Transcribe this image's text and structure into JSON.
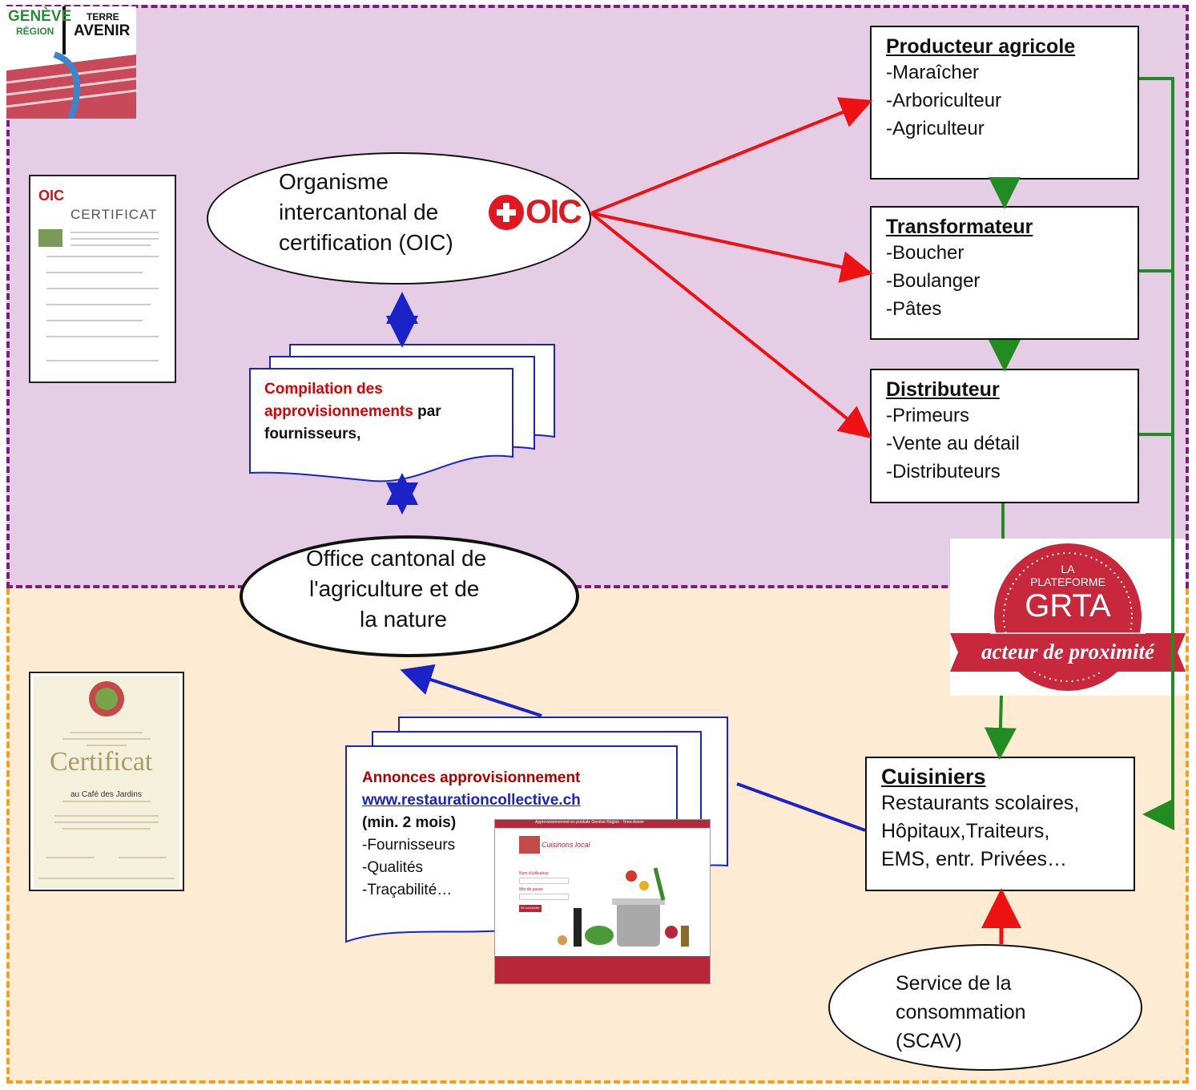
{
  "logo_geneve": {
    "line1": "GENÈVE",
    "line2": "RÉGION",
    "line3": "TERRE",
    "line4": "AVENIR"
  },
  "oic": {
    "name": "Organisme intercantonal de certification (OIC)",
    "line1": "Organisme",
    "line2": "intercantonal de",
    "line3": "certification (OIC)",
    "logo": "OIC"
  },
  "certificat_oic": {
    "title": "CERTIFICAT",
    "logo": "OIC"
  },
  "compilation": {
    "part_red": "Compilation des approvisionnements",
    "part_black": "par fournisseurs,",
    "line1": "Compilation des",
    "line2_red": "approvisionnements",
    "line2_black": " par",
    "line3": "fournisseurs,"
  },
  "office": {
    "line1": "Office cantonal de",
    "line2": "l'agriculture et de",
    "line3": "la nature"
  },
  "producteur": {
    "title": "Producteur agricole",
    "items": [
      "-Maraîcher",
      "-Arboriculteur",
      "-Agriculteur"
    ]
  },
  "transformateur": {
    "title": "Transformateur",
    "items": [
      "-Boucher",
      "-Boulanger",
      "-Pâtes"
    ]
  },
  "distributeur": {
    "title": "Distributeur",
    "items": [
      "-Primeurs",
      "-Vente au détail",
      "-Distributeurs"
    ]
  },
  "grta": {
    "top": "LA",
    "mid": "PLATEFORME",
    "big": "GRTA",
    "ribbon": "acteur de proximité"
  },
  "cuisiniers": {
    "title": "Cuisiniers",
    "items": [
      "Restaurants scolaires,",
      "Hôpitaux,Traiteurs,",
      "EMS, entr. Privées…"
    ]
  },
  "annonces": {
    "title": "Annonces approvisionnement",
    "url": "www.restaurationcollective.ch",
    "note": "(min. 2 mois)",
    "items": [
      "-Fournisseurs",
      "-Qualités",
      "-Traçabilité…"
    ]
  },
  "website": {
    "header": "Approvisionnement en produits Genève Région - Terre Avenir",
    "brand": "Cuisinons local",
    "field1": "Nom d'utilisateur",
    "field2": "Mot de passe",
    "button": "Se connecter"
  },
  "certificat_grta": {
    "title": "Certificat",
    "sub": "au Café des Jardins"
  },
  "scav": {
    "line1": "Service de la",
    "line2": "consommation",
    "line3": "(SCAV)"
  },
  "colors": {
    "red_arrow": "#ee1111",
    "green_arrow": "#228b22",
    "blue_arrow": "#1a22c8",
    "grta_red": "#c8283c",
    "top_zone": "#e5cde6",
    "bottom_zone": "#fdebd3"
  }
}
